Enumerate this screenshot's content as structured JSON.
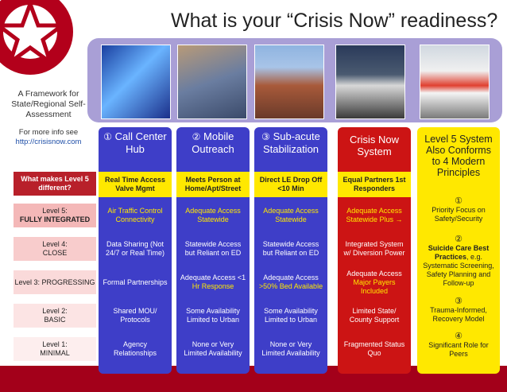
{
  "header": {
    "title": "What is your “Crisis Now” readiness?"
  },
  "sidebar": {
    "subtitle": "A Framework for State/Regional Self-Assessment",
    "more_info": "For more info see",
    "link": "http://crisisnow.com"
  },
  "row_labels": {
    "what_makes": "What makes Level 5 different?",
    "level5_title": "Level 5:",
    "level5_sub": "FULLY INTEGRATED",
    "level4_title": "Level 4:",
    "level4_sub": "CLOSE",
    "level3": "Level 3: PROGRESSING",
    "level2_title": "Level 2:",
    "level2_sub": "BASIC",
    "level1_title": "Level 1:",
    "level1_sub": "MINIMAL"
  },
  "columns": [
    {
      "num": "①",
      "title": "Call Center Hub",
      "what": "Real Time Access Valve Mgmt",
      "l5": "Air Traffic Control Connectivity",
      "l4": "Data Sharing (Not 24/7 or Real Time)",
      "l3": "Formal Partnerships",
      "l2": "Shared MOU/ Protocols",
      "l1": "Agency Relationships"
    },
    {
      "num": "②",
      "title": "Mobile Outreach",
      "what": "Meets Person at Home/Apt/Street",
      "l5": "Adequate Access Statewide",
      "l4": "Statewide Access but Reliant on ED",
      "l3a": "Adequate Access <1",
      "l3b": "Hr Response",
      "l2": "Some Availability Limited to Urban",
      "l1": "None or Very Limited Availability"
    },
    {
      "num": "③",
      "title": "Sub-acute Stabilization",
      "what": "Direct LE Drop Off <10 Min",
      "l5": "Adequate Access Statewide",
      "l4": "Statewide Access but Reliant on ED",
      "l3a": "Adequate Access",
      "l3b": ">50% Bed Available",
      "l2": "Some Availability Limited to Urban",
      "l1": "None or Very Limited Availability"
    },
    {
      "title": "Crisis Now System",
      "what": "Equal Partners 1st Responders",
      "l5": "Adequate Access Statewide Plus →",
      "l4": "Integrated System w/ Diversion Power",
      "l3a": "Adequate Access",
      "l3b": "Major Payers Included",
      "l2": "Limited State/ County Support",
      "l1": "Fragmented Status Quo"
    }
  ],
  "level5_col": {
    "title": "Level 5 System Also Conforms to 4 Modern Principles",
    "p1_num": "①",
    "p1": "Priority Focus on Safety/Security",
    "p2_num": "②",
    "p2_bold": "Suicide Care Best Practices",
    "p2": ", e.g. Systematic Screening, Safety Planning and Follow-up",
    "p3_num": "③",
    "p3": "Trauma-Informed, Recovery Model",
    "p4_num": "④",
    "p4": "Significant Role for Peers"
  },
  "colors": {
    "blue": "#3e3ec8",
    "red": "#cc1414",
    "yellow": "#ffe800",
    "banner": "#a99fd6",
    "brand": "#a3001a"
  }
}
